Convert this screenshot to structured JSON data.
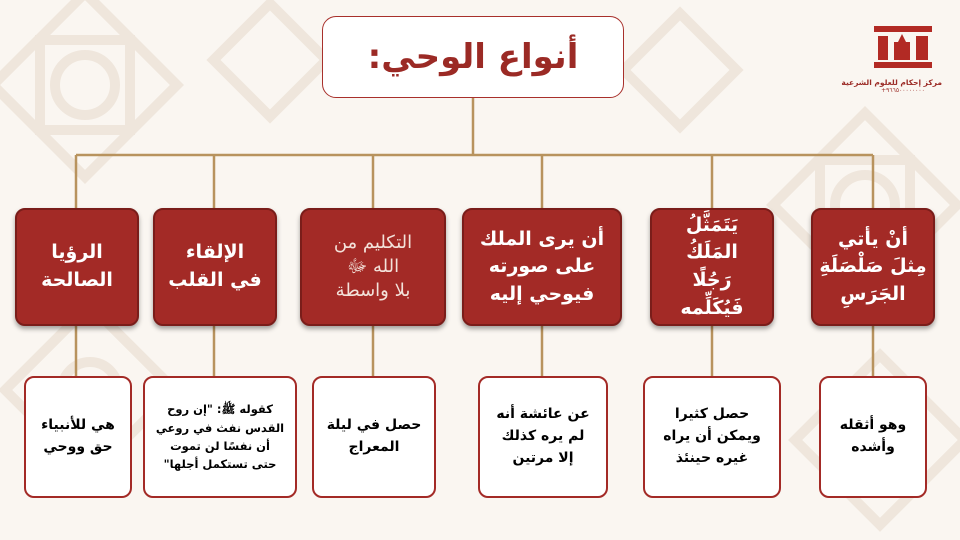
{
  "title": "أنواع الوحي:",
  "logo": {
    "name": "إحكام",
    "subtitle": "مركز إحكام للعلوم الشرعية",
    "number": "٩٦٦٥٠٠٠٠٠٠٠٠+"
  },
  "branches": [
    {
      "label": "أنْ يأتي\nمِثلَ صَلْصَلَةِ\nالجَرَسِ",
      "description": "وهو أثقله\nوأشده"
    },
    {
      "label": "يَتَمَثَّلُ المَلَكُ\nرَجُلًا فَيُكَلِّمه",
      "description": "حصل كثيرا\nويمكن أن يراه\nغيره حينئذ"
    },
    {
      "label": "أن يرى الملك\nعلى صورته\nفيوحي إليه",
      "description": "عن عائشة أنه\nلم يره كذلك\nإلا مرتين"
    },
    {
      "label": "التكليم من\nالله ﷻ\nبلا واسطة",
      "description": "حصل في ليلة\nالمعراج"
    },
    {
      "label": "الإلقاء\nفي القلب",
      "description": "كقوله ﷺ: \"إن روح\nالقدس نفث في روعي\nأن نفسًا لن تموت\nحتى تستكمل أجلها\""
    },
    {
      "label": "الرؤيا\nالصالحة",
      "description": "هي للأنبياء\nحق ووحي"
    }
  ]
}
